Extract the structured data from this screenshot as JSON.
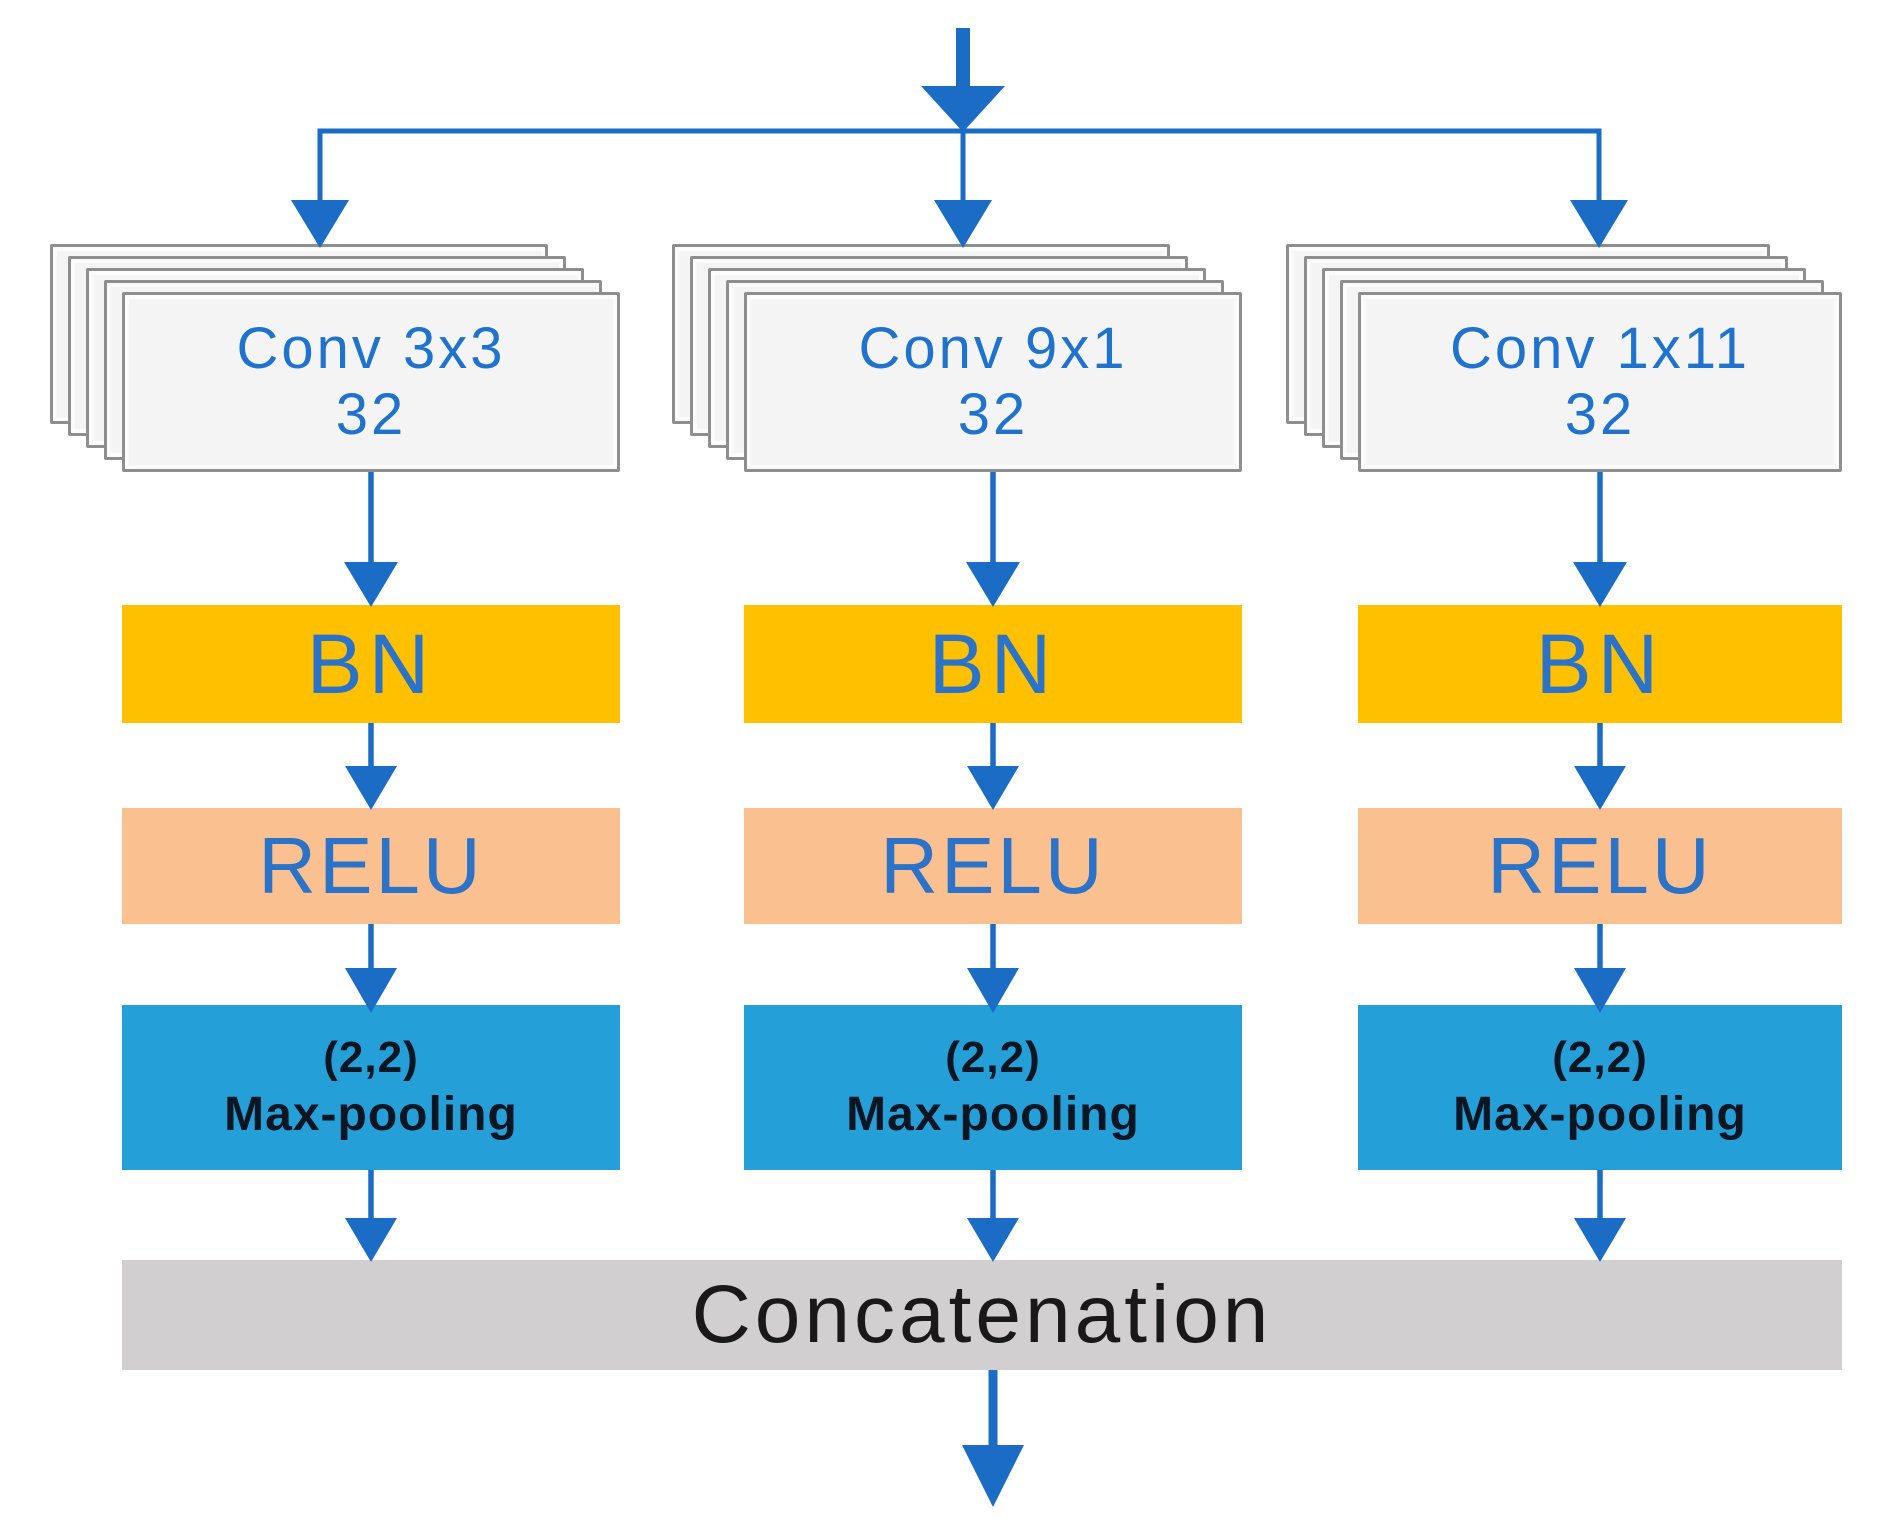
{
  "diagram": {
    "kind": "cnn-parallel-branch-block",
    "branches": [
      {
        "conv_label": "Conv 3x3",
        "conv_filters": "32",
        "bn_label": "BN",
        "relu_label": "RELU",
        "pool_size": "(2,2)",
        "pool_label": "Max-pooling"
      },
      {
        "conv_label": "Conv 9x1",
        "conv_filters": "32",
        "bn_label": "BN",
        "relu_label": "RELU",
        "pool_size": "(2,2)",
        "pool_label": "Max-pooling"
      },
      {
        "conv_label": "Conv 1x11",
        "conv_filters": "32",
        "bn_label": "BN",
        "relu_label": "RELU",
        "pool_size": "(2,2)",
        "pool_label": "Max-pooling"
      }
    ],
    "merge_label": "Concatenation",
    "colors": {
      "arrow_blue": "#1b6cc4",
      "conv_card_fill": "#f4f4f4",
      "conv_card_border": "#8e8e8e",
      "conv_text": "#1f72ce",
      "bn_fill": "#ffc000",
      "relu_fill": "#fac090",
      "blue_text": "#2b73c8",
      "pool_fill": "#259fd8",
      "pool_text": "#0b1623",
      "concat_fill": "#d1cfcf",
      "concat_text": "#191919"
    }
  }
}
